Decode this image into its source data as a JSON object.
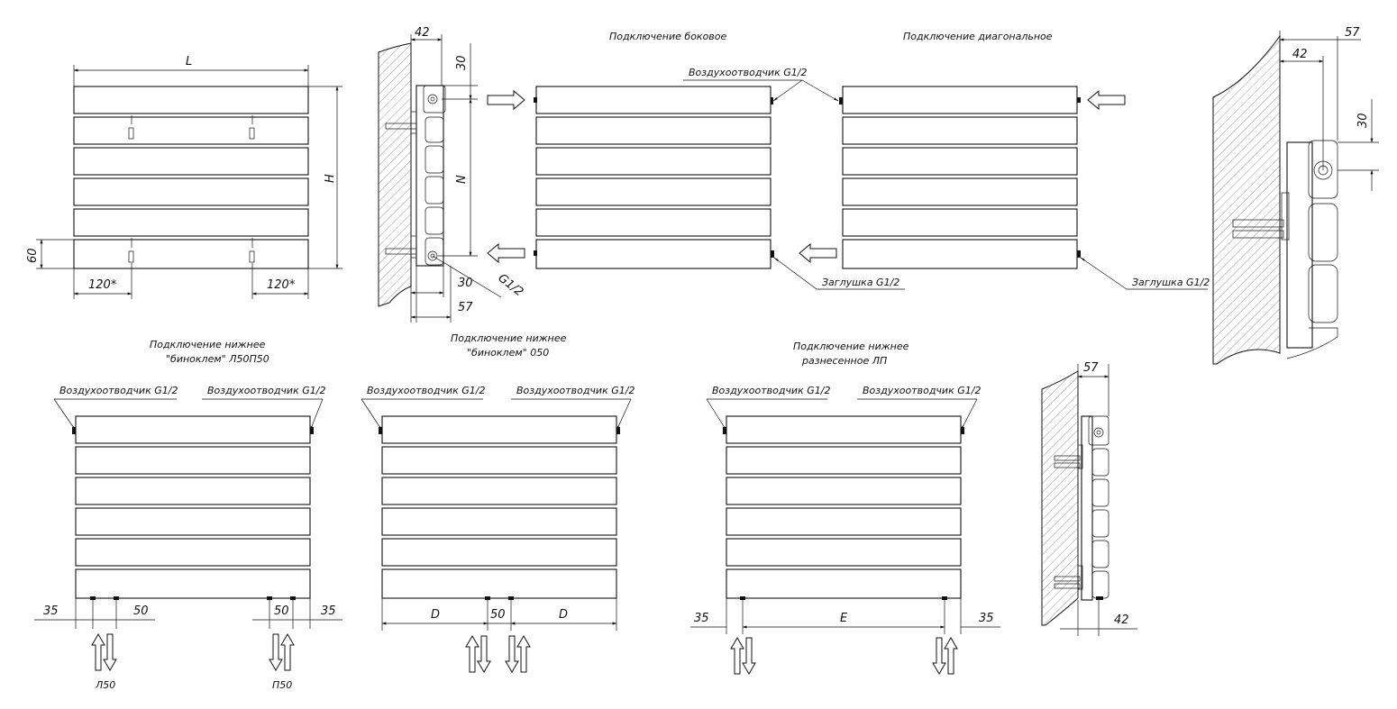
{
  "front_view": {
    "dim_L": "L",
    "dim_H": "H",
    "dim_60": "60",
    "dim_120_left": "120*",
    "dim_120_right": "120*"
  },
  "side_view_1": {
    "dim_42": "42",
    "dim_30_top": "30",
    "dim_N": "N",
    "dim_30_bottom": "30",
    "dim_57": "57",
    "thread": "G1/2"
  },
  "side_connection": {
    "title": "Подключение боковое",
    "air_vent": "Воздухоотводчик  G1/2"
  },
  "diagonal_connection": {
    "title": "Подключение диагональное",
    "plug_left": "Заглушка  G1/2",
    "plug_right": "Заглушка  G1/2"
  },
  "detail_view": {
    "dim_57": "57",
    "dim_42": "42",
    "dim_30": "30"
  },
  "bottom_binoclem_lp": {
    "title_line1": "Подключение нижнее",
    "title_line2": "\"биноклем\" Л50П50",
    "air_vent_left": "Воздухоотводчик  G1/2",
    "air_vent_right": "Воздухоотводчик  G1/2",
    "dim_35_left": "35",
    "dim_50_left": "50",
    "dim_50_right": "50",
    "dim_35_right": "35",
    "label_left": "Л50",
    "label_right": "П50"
  },
  "bottom_binoclem_050": {
    "title_line1": "Подключение нижнее",
    "title_line2": "\"биноклем\" 050",
    "air_vent_left": "Воздухоотводчик  G1/2",
    "air_vent_right": "Воздухоотводчик  G1/2",
    "dim_D_left": "D",
    "dim_50": "50",
    "dim_D_right": "D"
  },
  "bottom_spaced": {
    "title_line1": "Подключение нижнее",
    "title_line2": "разнесенное ЛП",
    "air_vent_left": "Воздухоотводчик  G1/2",
    "air_vent_right": "Воздухоотводчик  G1/2",
    "dim_35_left": "35",
    "dim_E": "E",
    "dim_35_right": "35"
  },
  "side_view_2": {
    "dim_57": "57",
    "dim_42": "42"
  }
}
